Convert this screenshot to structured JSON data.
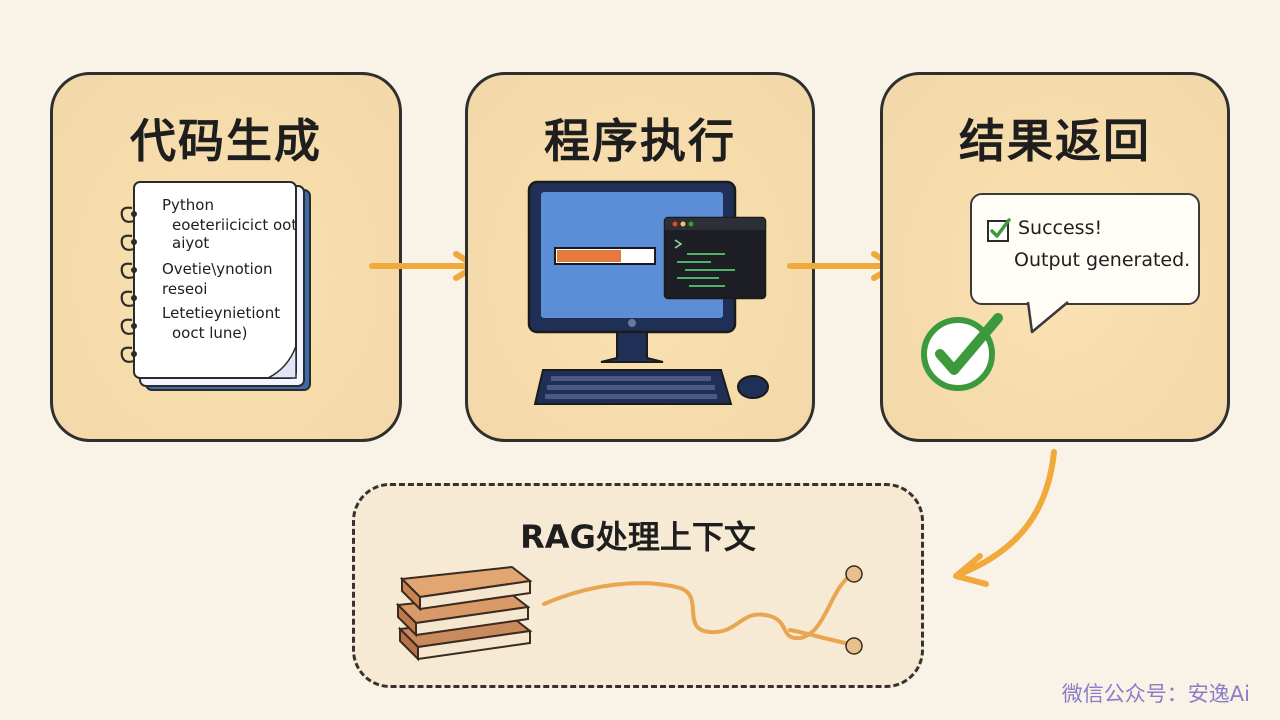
{
  "panels": {
    "code_generation": {
      "title": "代码生成",
      "notebook_lines": [
        "Python",
        "eoeteriicicict oot",
        "aiyot",
        "Ovetie\\ynotion",
        "reseoi",
        "Letetieynietiont",
        "ooct lune)"
      ]
    },
    "program_execution": {
      "title": "程序执行"
    },
    "result_return": {
      "title": "结果返回",
      "bubble": {
        "line1": "Success!",
        "line2": "Output generated."
      }
    }
  },
  "rag": {
    "title": "RAG处理上下文"
  },
  "watermark": "微信公众号：安逸Ai",
  "colors": {
    "accent_orange": "#f2a93b",
    "panel_fill": "#f6dcab",
    "check_green": "#3c9a3c",
    "screen_blue": "#5b8ed6"
  }
}
